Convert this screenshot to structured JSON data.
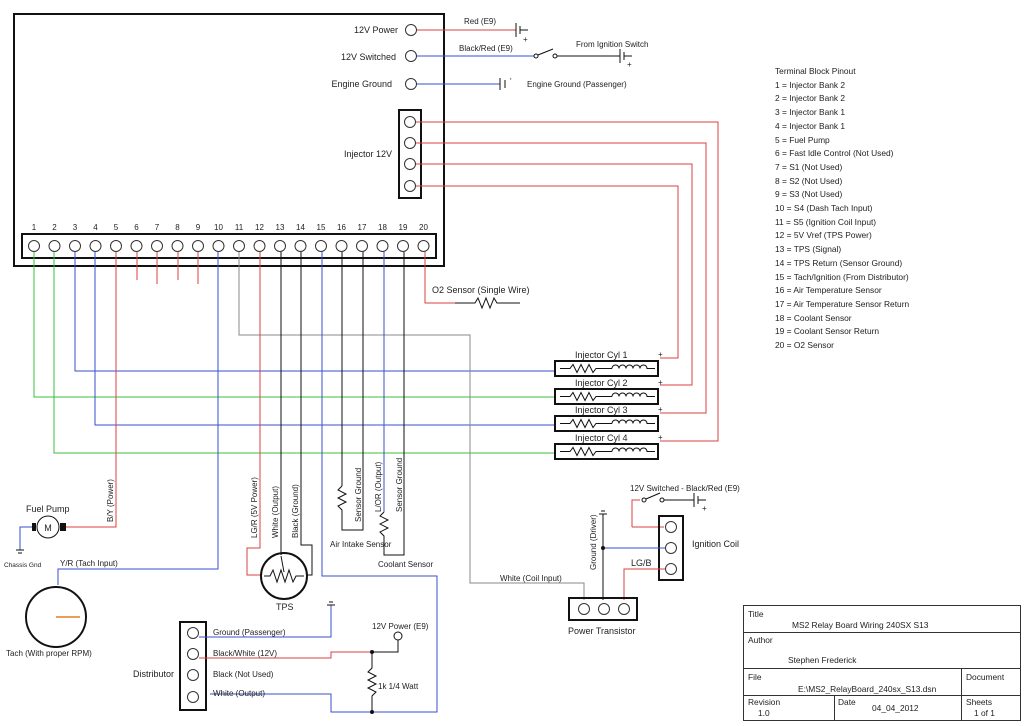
{
  "power": {
    "v12_power": "12V Power",
    "v12_switched": "12V Switched",
    "engine_ground": "Engine Ground",
    "red_e9": "Red (E9)",
    "black_red_e9": "Black/Red (E9)",
    "from_ignition_switch": "From Ignition Switch",
    "engine_ground_passenger": "Engine Ground (Passenger)",
    "plus": "+"
  },
  "injector_12v": "Injector 12V",
  "pins": [
    "1",
    "2",
    "3",
    "4",
    "5",
    "6",
    "7",
    "8",
    "9",
    "10",
    "11",
    "12",
    "13",
    "14",
    "15",
    "16",
    "17",
    "18",
    "19",
    "20"
  ],
  "o2_sensor": "O2 Sensor (Single Wire)",
  "injectors": [
    "Injector Cyl 1",
    "Injector Cyl 2",
    "Injector Cyl 3",
    "Injector Cyl 4"
  ],
  "fuel_pump": {
    "label": "Fuel Pump",
    "motor": "M",
    "wire": "B/Y (Power)",
    "ground": "Chassis Gnd"
  },
  "tach": {
    "wire": "Y/R (Tach Input)",
    "label": "Tach (With proper RPM)"
  },
  "tps": {
    "label": "TPS",
    "wire_power": "LG/R (5V Power)",
    "wire_output": "White (Output)",
    "wire_ground": "Black (Ground)"
  },
  "air_intake": {
    "wire": "Sensor Ground",
    "label": "Air Intake Sensor"
  },
  "coolant": {
    "wire_output": "L/OR (Output)",
    "wire_ground": "Sensor Ground",
    "label": "Coolant Sensor"
  },
  "ignition": {
    "switched": "12V Switched - Black/Red (E9)",
    "coil": "Ignition Coil",
    "ground_driver": "Ground (Driver)",
    "lgb": "LG/B",
    "white_coil": "White (Coil Input)",
    "power_transistor": "Power Transistor"
  },
  "distributor": {
    "label": "Distributor",
    "ground_passenger": "Ground (Passenger)",
    "black_white": "Black/White (12V)",
    "black_not_used": "Black (Not Used)",
    "white_output": "White (Output)",
    "v12_e9": "12V Power (E9)",
    "resistor": "1k 1/4 Watt"
  },
  "pinout": {
    "title": "Terminal Block Pinout",
    "items": [
      "1 = Injector Bank 2",
      "2 = Injector Bank 2",
      "3 = Injector Bank 1",
      "4 = Injector Bank 1",
      "5 = Fuel Pump",
      "6 = Fast Idle Control (Not Used)",
      "7 = S1 (Not Used)",
      "8 = S2 (Not Used)",
      "9 = S3 (Not Used)",
      "10 = S4 (Dash Tach Input)",
      "11 = S5 (Ignition Coil Input)",
      "12 = 5V Vref (TPS Power)",
      "13 = TPS (Signal)",
      "14 = TPS Return (Sensor Ground)",
      "15 = Tach/Ignition (From Distributor)",
      "16 = Air Temperature Sensor",
      "17 = Air Temperature Sensor Return",
      "18 = Coolant Sensor",
      "19 = Coolant Sensor Return",
      "20 = O2 Sensor"
    ]
  },
  "title_block": {
    "title_label": "Title",
    "title": "MS2 Relay Board Wiring 240SX S13",
    "author_label": "Author",
    "author": "Stephen Frederick",
    "file_label": "File",
    "file": "E:\\MS2_RelayBoard_240sx_S13.dsn",
    "document_label": "Document",
    "revision_label": "Revision",
    "revision": "1.0",
    "date_label": "Date",
    "date": "04_04_2012",
    "sheets_label": "Sheets",
    "sheets": "1 of 1"
  },
  "colors": {
    "red": "#d84040",
    "blue": "#3a4fd0",
    "green": "#3cbc3c",
    "gray": "#888888",
    "black": "#111111"
  }
}
